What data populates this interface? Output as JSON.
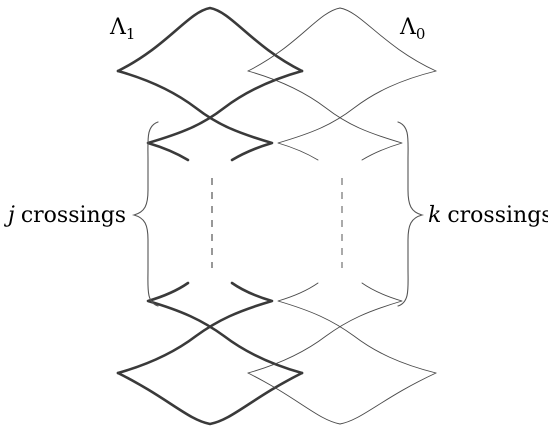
{
  "labels": {
    "lambda1_base": "Λ",
    "lambda1_sub": "1",
    "lambda0_base": "Λ",
    "lambda0_sub": "0",
    "left_var": "j",
    "left_text": "crossings",
    "right_var": "k",
    "right_text": "crossings"
  }
}
